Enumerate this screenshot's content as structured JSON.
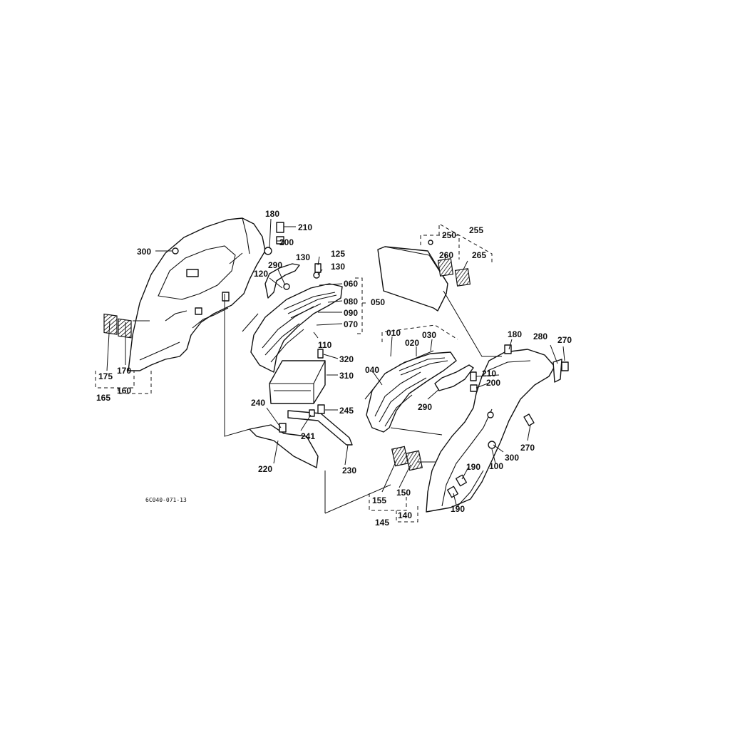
{
  "figure_code": "6C040-071-13",
  "callouts": {
    "c010": "010",
    "c020": "020",
    "c030": "030",
    "c040": "040",
    "c050": "050",
    "c060": "060",
    "c070": "070",
    "c080": "080",
    "c090": "090",
    "c100": "100",
    "c110": "110",
    "c120": "120",
    "c125": "125",
    "c130a": "130",
    "c130b": "130",
    "c140": "140",
    "c145": "145",
    "c150": "150",
    "c155": "155",
    "c160": "160",
    "c165": "165",
    "c170": "170",
    "c175": "175",
    "c180a": "180",
    "c180b": "180",
    "c190a": "190",
    "c190b": "190",
    "c200a": "200",
    "c200b": "200",
    "c210a": "210",
    "c210b": "210",
    "c220": "220",
    "c230": "230",
    "c240": "240",
    "c241": "241",
    "c245": "245",
    "c250": "250",
    "c255": "255",
    "c260": "260",
    "c265": "265",
    "c270a": "270",
    "c270b": "270",
    "c280": "280",
    "c290a": "290",
    "c290b": "290",
    "c300a": "300",
    "c300b": "300",
    "c310": "310",
    "c320": "320"
  }
}
